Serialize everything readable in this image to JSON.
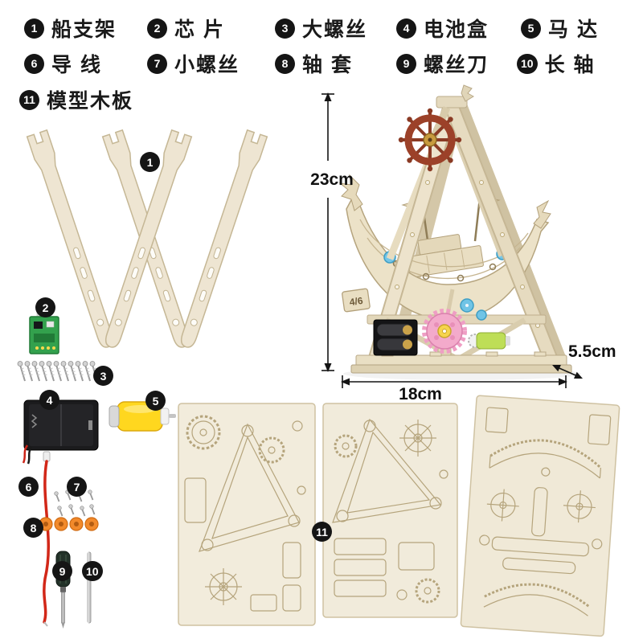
{
  "legend": {
    "items": [
      {
        "num": "1",
        "label": "船支架"
      },
      {
        "num": "2",
        "label": "芯 片"
      },
      {
        "num": "3",
        "label": "大螺丝"
      },
      {
        "num": "4",
        "label": "电池盒"
      },
      {
        "num": "5",
        "label": "马 达"
      },
      {
        "num": "6",
        "label": "导 线"
      },
      {
        "num": "7",
        "label": "小螺丝"
      },
      {
        "num": "8",
        "label": "轴 套"
      },
      {
        "num": "9",
        "label": "螺丝刀"
      },
      {
        "num": "10",
        "label": "长 轴"
      },
      {
        "num": "11",
        "label": "模型木板"
      }
    ]
  },
  "badges": {
    "b1": "1",
    "b2": "2",
    "b3": "3",
    "b4": "4",
    "b5": "5",
    "b6": "6",
    "b7": "7",
    "b8": "8",
    "b9": "9",
    "b10": "10",
    "b11": "11"
  },
  "dimensions": {
    "height": "23cm",
    "width": "18cm",
    "depth": "5.5cm"
  },
  "model": {
    "plate_text": "4/6"
  },
  "colors": {
    "wood": "#ece2c8",
    "wood_dark": "#d4c7a8",
    "wood_line": "#b5a47e",
    "wheel_red": "#9c4129",
    "gear_pink": "#f3aacb",
    "motor_yellow": "#ffd71f",
    "assembled_motor_green": "#bede57",
    "pcb_green": "#33a14d",
    "wire_red": "#d22718",
    "bushing_orange": "#f28a2b",
    "battery_black": "#1b1b1d",
    "badge": "#151515",
    "dimension_text": "#111111"
  }
}
